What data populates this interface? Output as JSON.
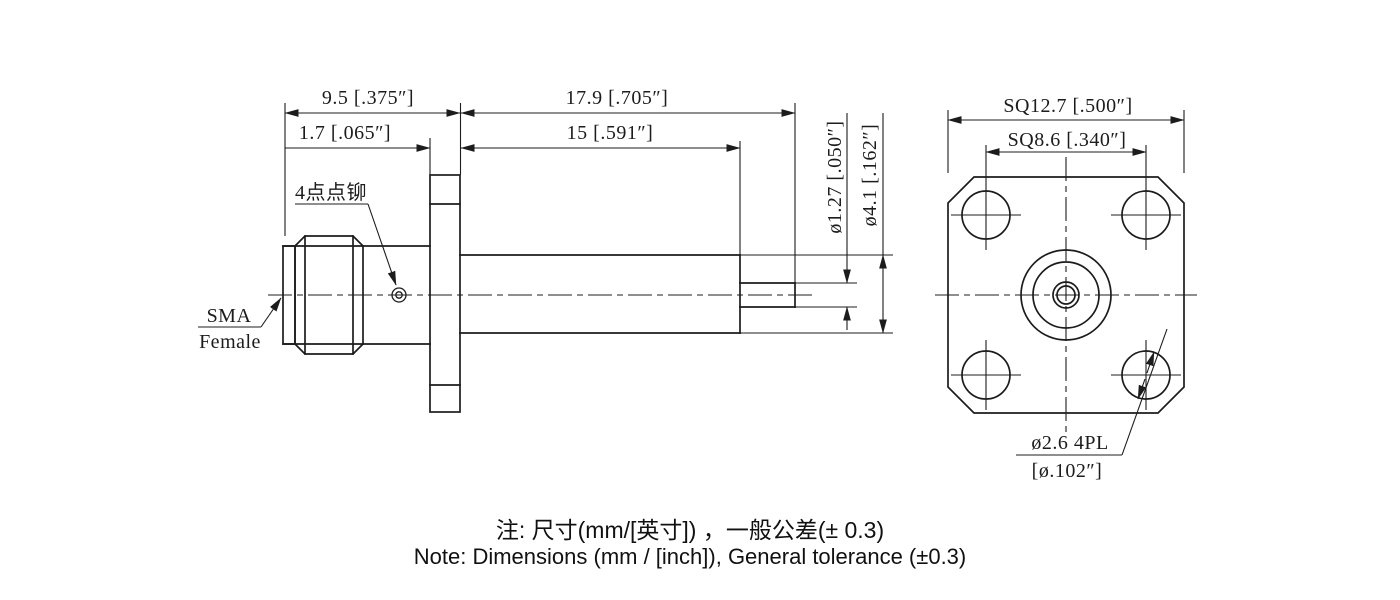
{
  "drawing": {
    "side_view": {
      "dim_overall": "9.5 [.375″]",
      "dim_right_len": "17.9 [.705″]",
      "dim_flange_thk": "1.7 [.065″]",
      "dim_barrel_len": "15 [.591″]",
      "dim_pin_dia": "ø1.27 [.050″]",
      "dim_barrel_dia": "ø4.1 [.162″]",
      "rivet_label": "4点点铆",
      "connector_label_line1": "SMA",
      "connector_label_line2": "Female"
    },
    "front_view": {
      "dim_flange_sq": "SQ12.7 [.500″]",
      "dim_hole_spacing": "SQ8.6 [.340″]",
      "hole_label_line1": "ø2.6 4PL",
      "hole_label_line2": "[ø.102″]"
    },
    "notes": {
      "line1_zh": "注: 尺寸(mm/[英寸]) ，一般公差(± 0.3)",
      "line2_en": "Note: Dimensions (mm / [inch]), General tolerance (±0.3)"
    },
    "colors": {
      "line": "#1c1c1c",
      "background": "#ffffff"
    }
  }
}
